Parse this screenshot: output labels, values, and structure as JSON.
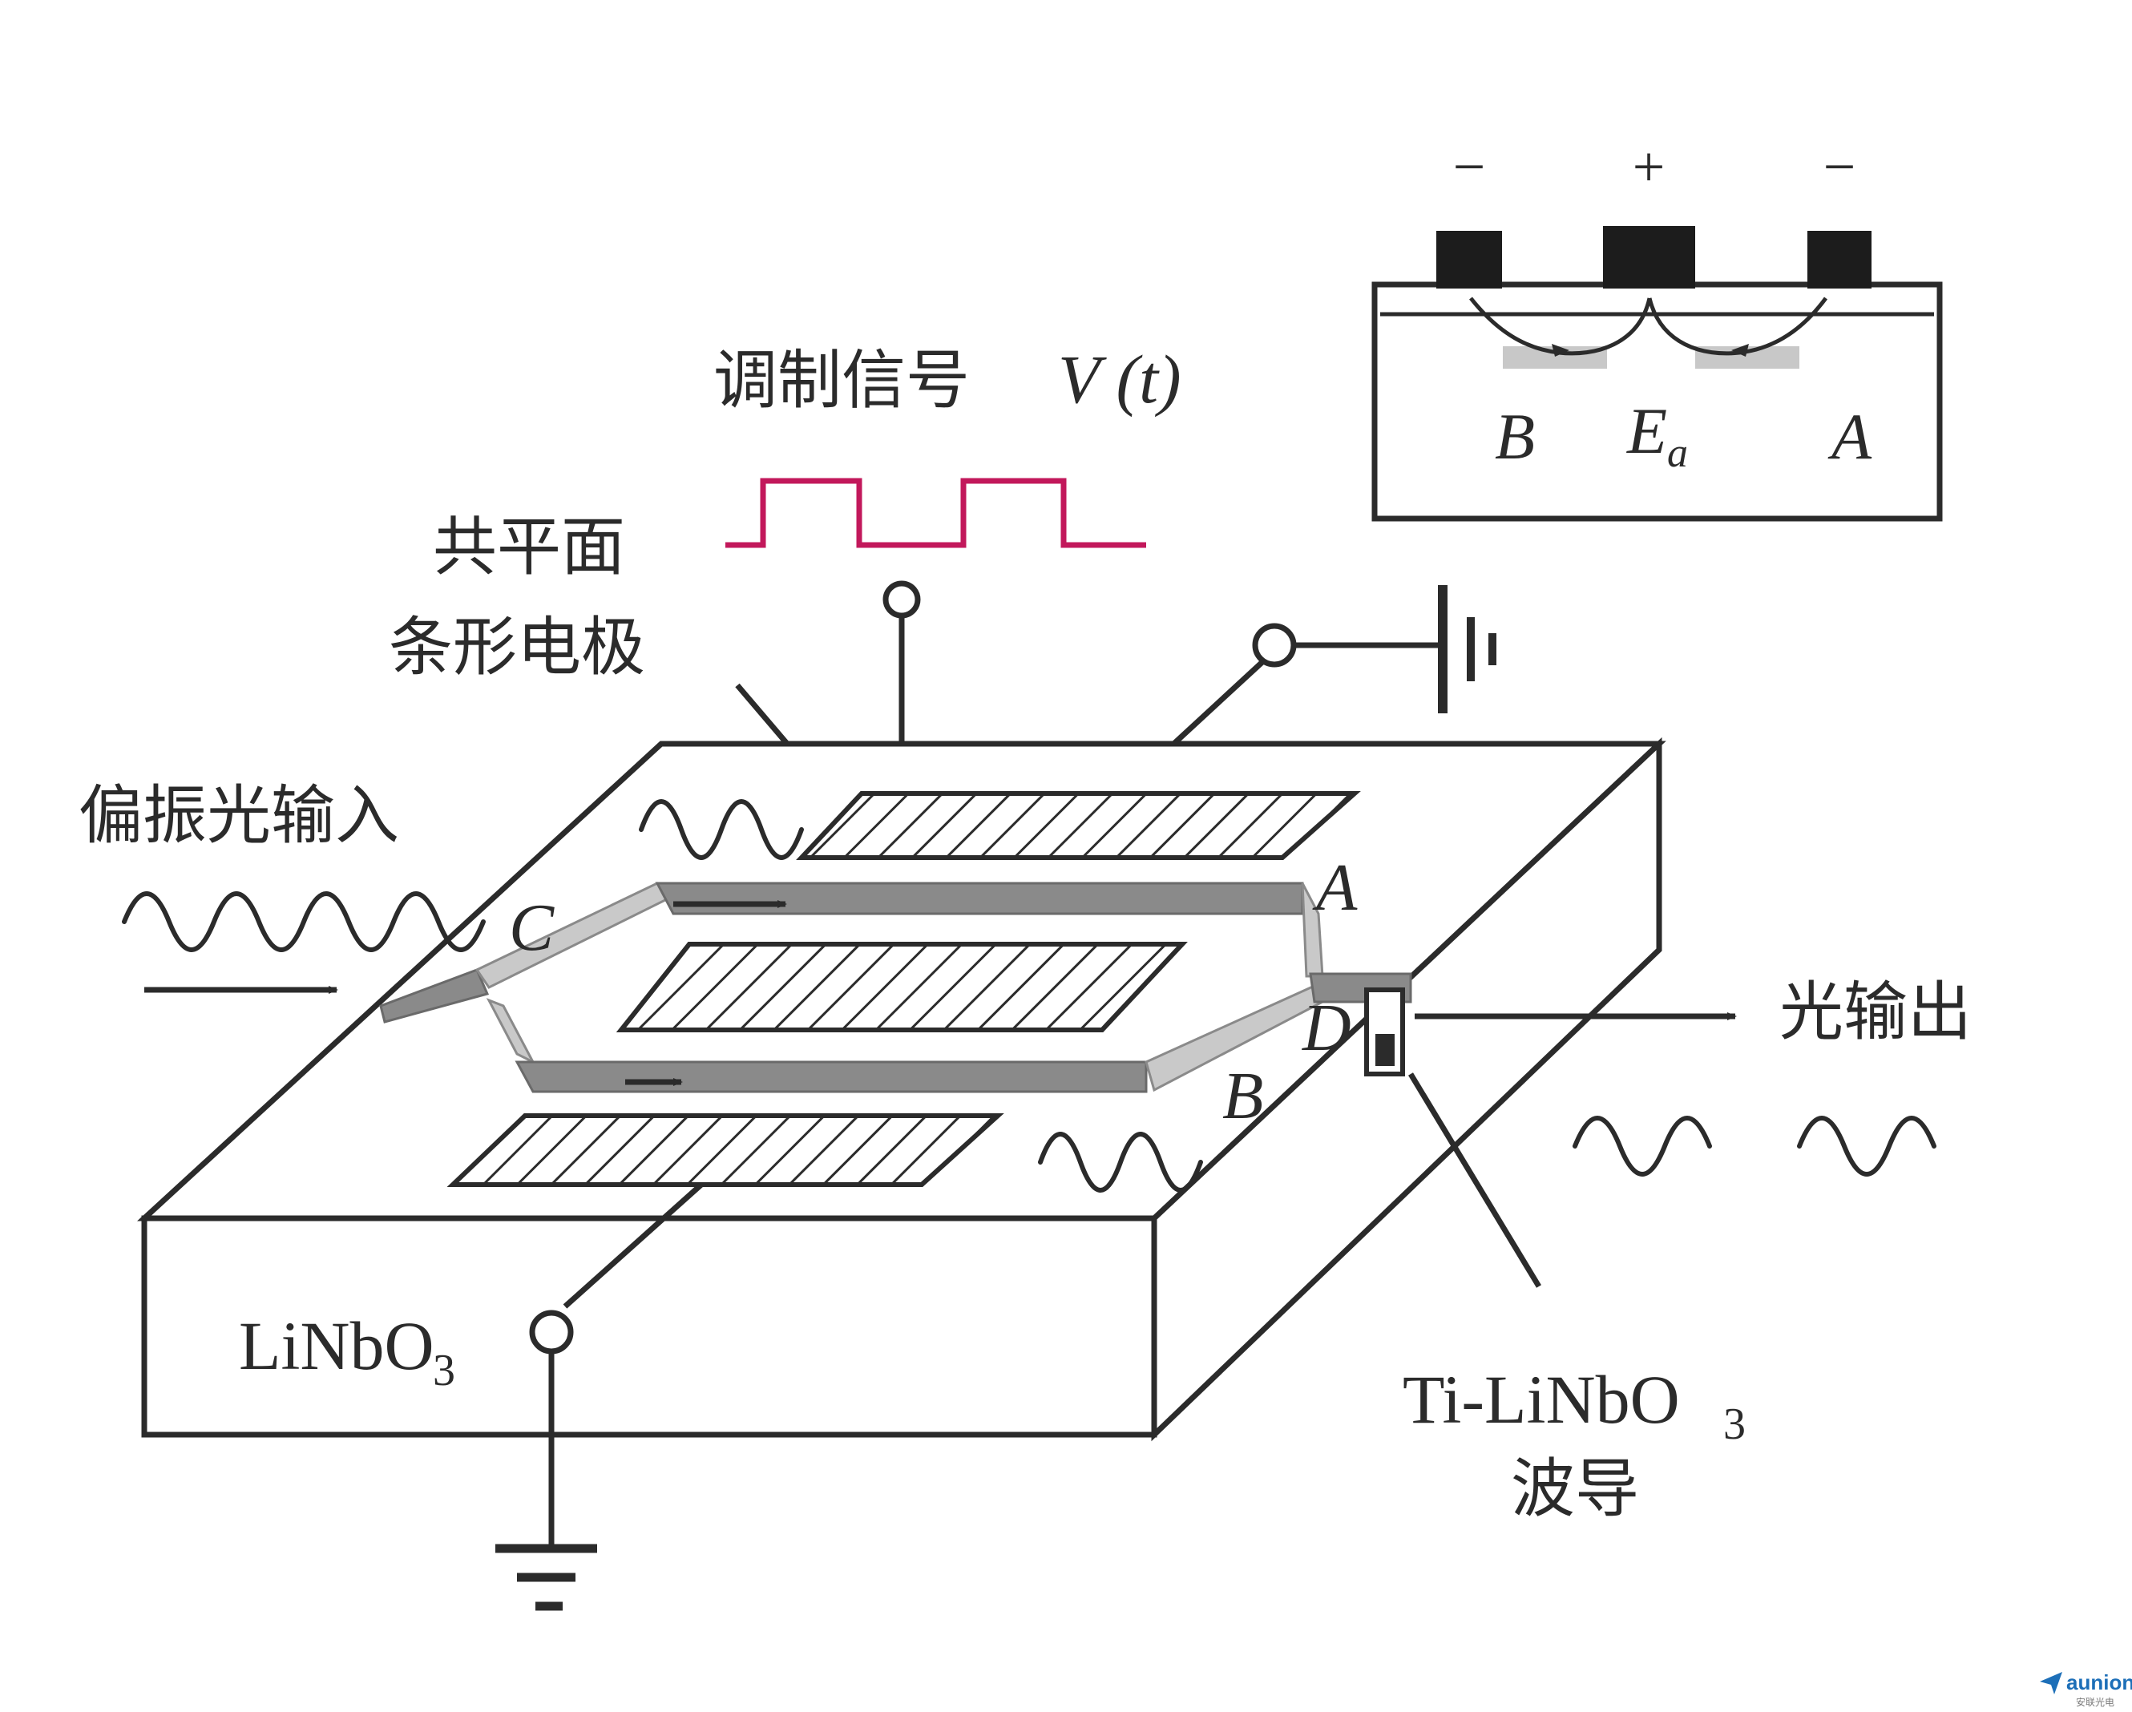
{
  "labels": {
    "modulation_signal": "调制信号",
    "voltage": "V (t)",
    "electrode_line1": "共平面",
    "electrode_line2": "条形电极",
    "polarized_input": "偏振光输入",
    "light_output": "光输出",
    "substrate": "LiNbO",
    "substrate_sub": "3",
    "waveguide_line1": "Ti-LiNbO",
    "waveguide_sub": "3",
    "waveguide_line2": "波导",
    "branch_a": "A",
    "branch_b": "B",
    "junction_c": "C",
    "junction_d": "D"
  },
  "inset": {
    "polarity_left": "−",
    "polarity_center": "+",
    "polarity_right": "−",
    "label_b": "B",
    "label_e": "E",
    "label_e_sub": "a",
    "label_a": "A"
  },
  "watermark": {
    "brand": "aunion",
    "sub": "安联光电"
  },
  "colors": {
    "signal": "#c2185b",
    "waveguide": "#8a8a8a",
    "ink": "#2b2b2b"
  }
}
